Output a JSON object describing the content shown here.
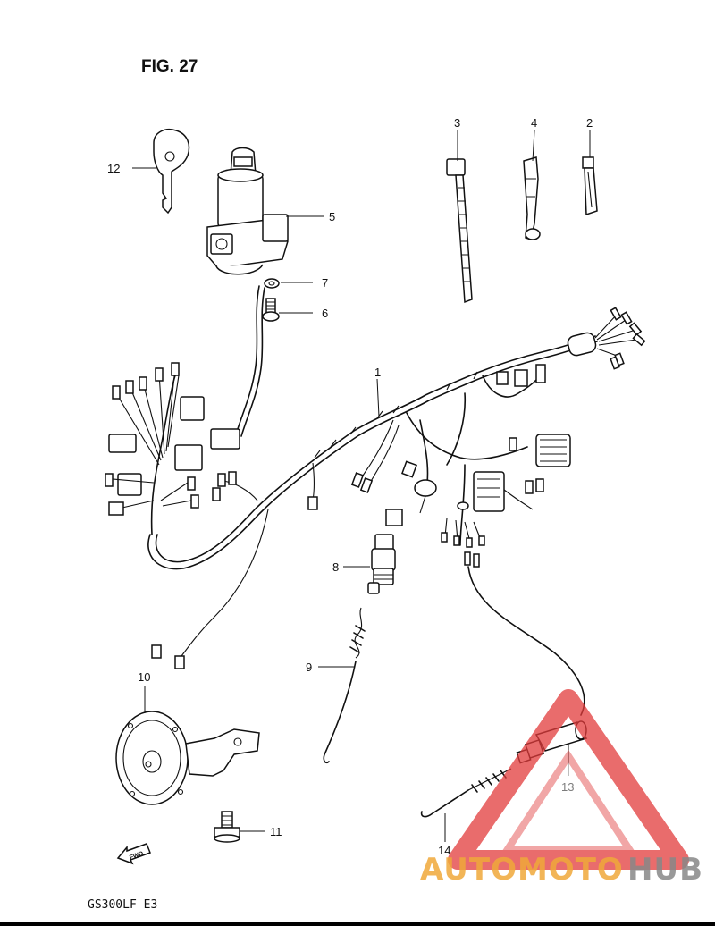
{
  "figure": {
    "title": "FIG. 27",
    "model_code": "GS300LF  E3",
    "direction_marker": "FWD"
  },
  "callouts": [
    {
      "id": "callout-1",
      "label": "1"
    },
    {
      "id": "callout-2",
      "label": "2"
    },
    {
      "id": "callout-3",
      "label": "3"
    },
    {
      "id": "callout-4",
      "label": "4"
    },
    {
      "id": "callout-5",
      "label": "5"
    },
    {
      "id": "callout-6",
      "label": "6"
    },
    {
      "id": "callout-7",
      "label": "7"
    },
    {
      "id": "callout-8",
      "label": "8"
    },
    {
      "id": "callout-9",
      "label": "9"
    },
    {
      "id": "callout-10",
      "label": "10"
    },
    {
      "id": "callout-11",
      "label": "11"
    },
    {
      "id": "callout-12",
      "label": "12"
    },
    {
      "id": "callout-13",
      "label": "13"
    },
    {
      "id": "callout-14",
      "label": "14"
    }
  ],
  "watermark": {
    "part1": "AUTOMOTO",
    "part2": "HUB",
    "color_primary": "#f0a93a",
    "color_secondary": "#888888",
    "triangle_color": "#e23b3b"
  }
}
